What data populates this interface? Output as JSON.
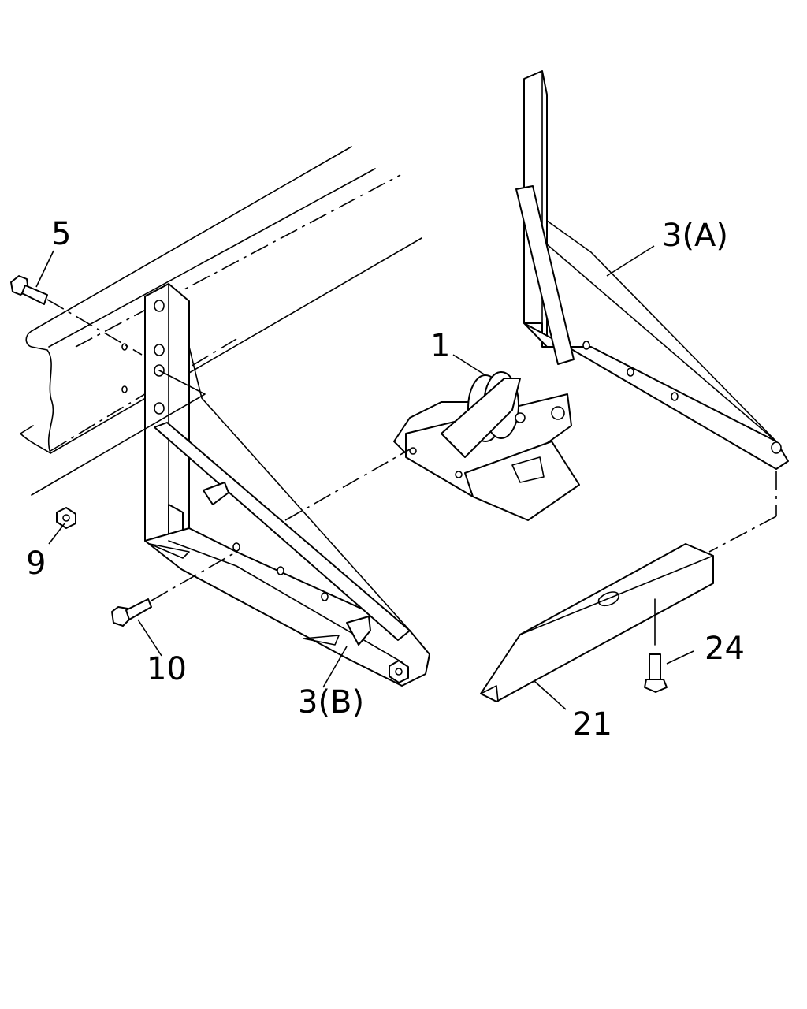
{
  "callouts": {
    "part_1": "1",
    "part_3a": "3(A)",
    "part_3b": "3(B)",
    "part_5": "5",
    "part_9": "9",
    "part_10": "10",
    "part_21": "21",
    "part_24": "24"
  },
  "colors": {
    "line": "#000000",
    "background": "#ffffff"
  }
}
